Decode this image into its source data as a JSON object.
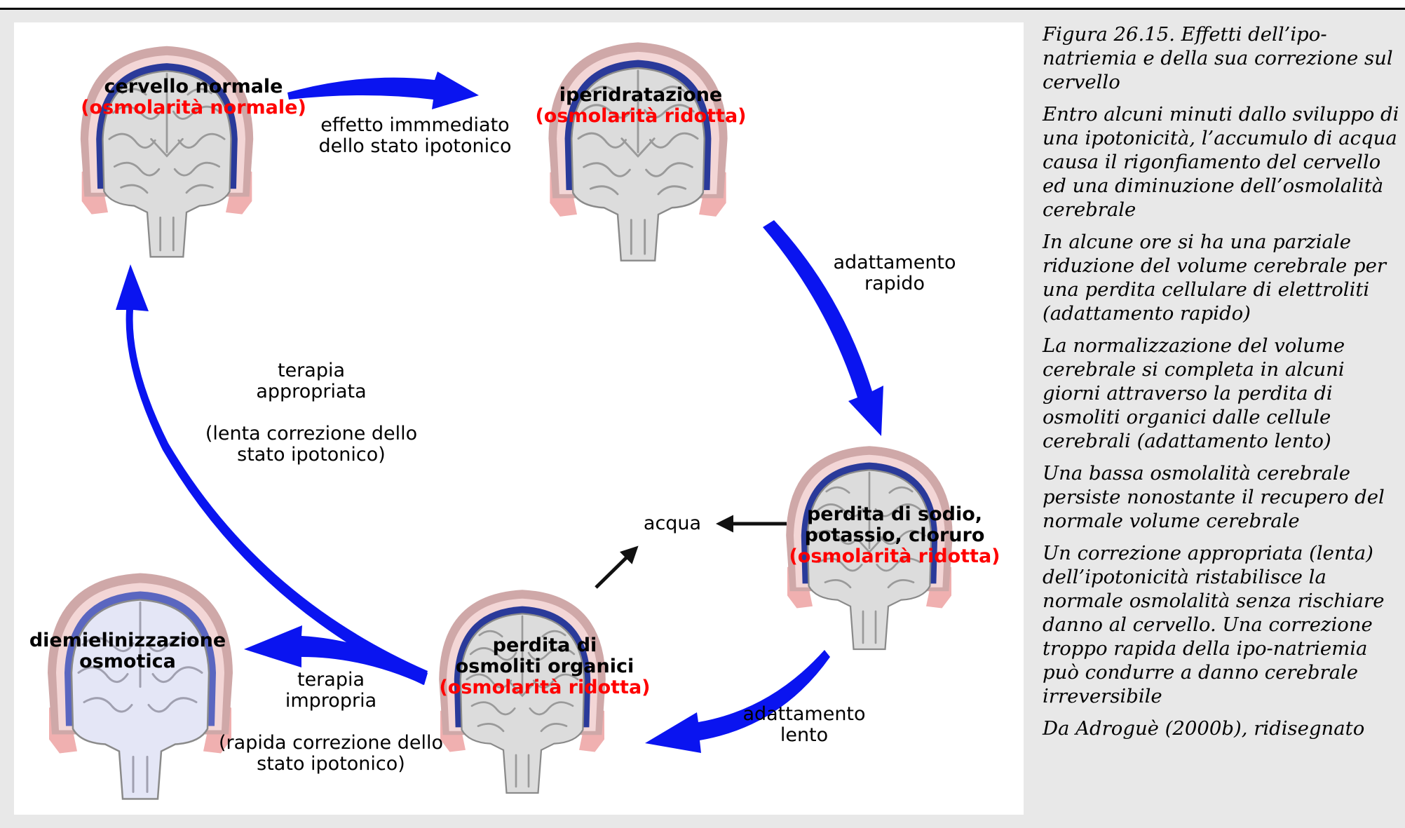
{
  "labels": {
    "normal_title": "cervello normale",
    "normal_osm": "(osmolarità normale)",
    "hyper_title": "iperidratazione",
    "hyper_osm": "(osmolarità ridotta)",
    "loss_line1": "perdita di sodio,",
    "loss_line2": "potassio, cloruro",
    "loss_osm": "(osmolarità ridotta)",
    "organic_line1": "perdita di",
    "organic_line2": "osmoliti organici",
    "organic_osm": "(osmolarità ridotta)",
    "demyel_line1": "diemielinizzazione",
    "demyel_line2": "osmotica",
    "water": "acqua"
  },
  "arrow_labels": {
    "immediate_line1": "effetto immmediato",
    "immediate_line2": "dello stato ipotonico",
    "rapid_line1": "adattamento",
    "rapid_line2": "rapido",
    "slow_line1": "adattamento",
    "slow_line2": "lento",
    "proper_line1": "terapia",
    "proper_line2": "appropriata",
    "proper_line3": "(lenta correzione dello",
    "proper_line4": "stato ipotonico)",
    "improper_line1": "terapia",
    "improper_line2": "impropria",
    "improper_line3": "(rapida correzione dello",
    "improper_line4": "stato ipotonico)"
  },
  "caption": {
    "title": "Figura 26.15. Effetti dell’ipo-natriemia e della sua correzione sul cervello",
    "p1": "Entro alcuni minuti dallo sviluppo di una ipotonicità, l’accumulo di acqua causa il rigonfiamento del cervello ed una diminuzione dell’osmolalità cerebrale",
    "p2": "In alcune ore si ha una parziale riduzione del volume cerebrale per una perdita cellulare di elettroliti (adattamento rapido)",
    "p3": "La normalizzazione del volume cerebrale si completa in alcuni giorni attraverso la perdita di osmoliti organici dalle cellule cerebrali (adattamento lento)",
    "p4": "Una bassa osmolalità cerebrale persiste nonostante il recupero del normale volume cerebrale",
    "p5": "Un correzione appropriata (lenta) dell’ipotonicità ristabilisce la normale osmolalità senza rischiare danno al cervello. Una correzione troppo rapida della ipo-natriemia può condurre a danno cerebrale irreversibile",
    "source": "Da Adroguè (2000b), ridisegnato"
  },
  "colors": {
    "arrow_blue": "#0a14f0",
    "alert_red": "#ff0000",
    "skull_pink": "#f0b0b0",
    "cortex_blue": "#2a3a9a"
  }
}
